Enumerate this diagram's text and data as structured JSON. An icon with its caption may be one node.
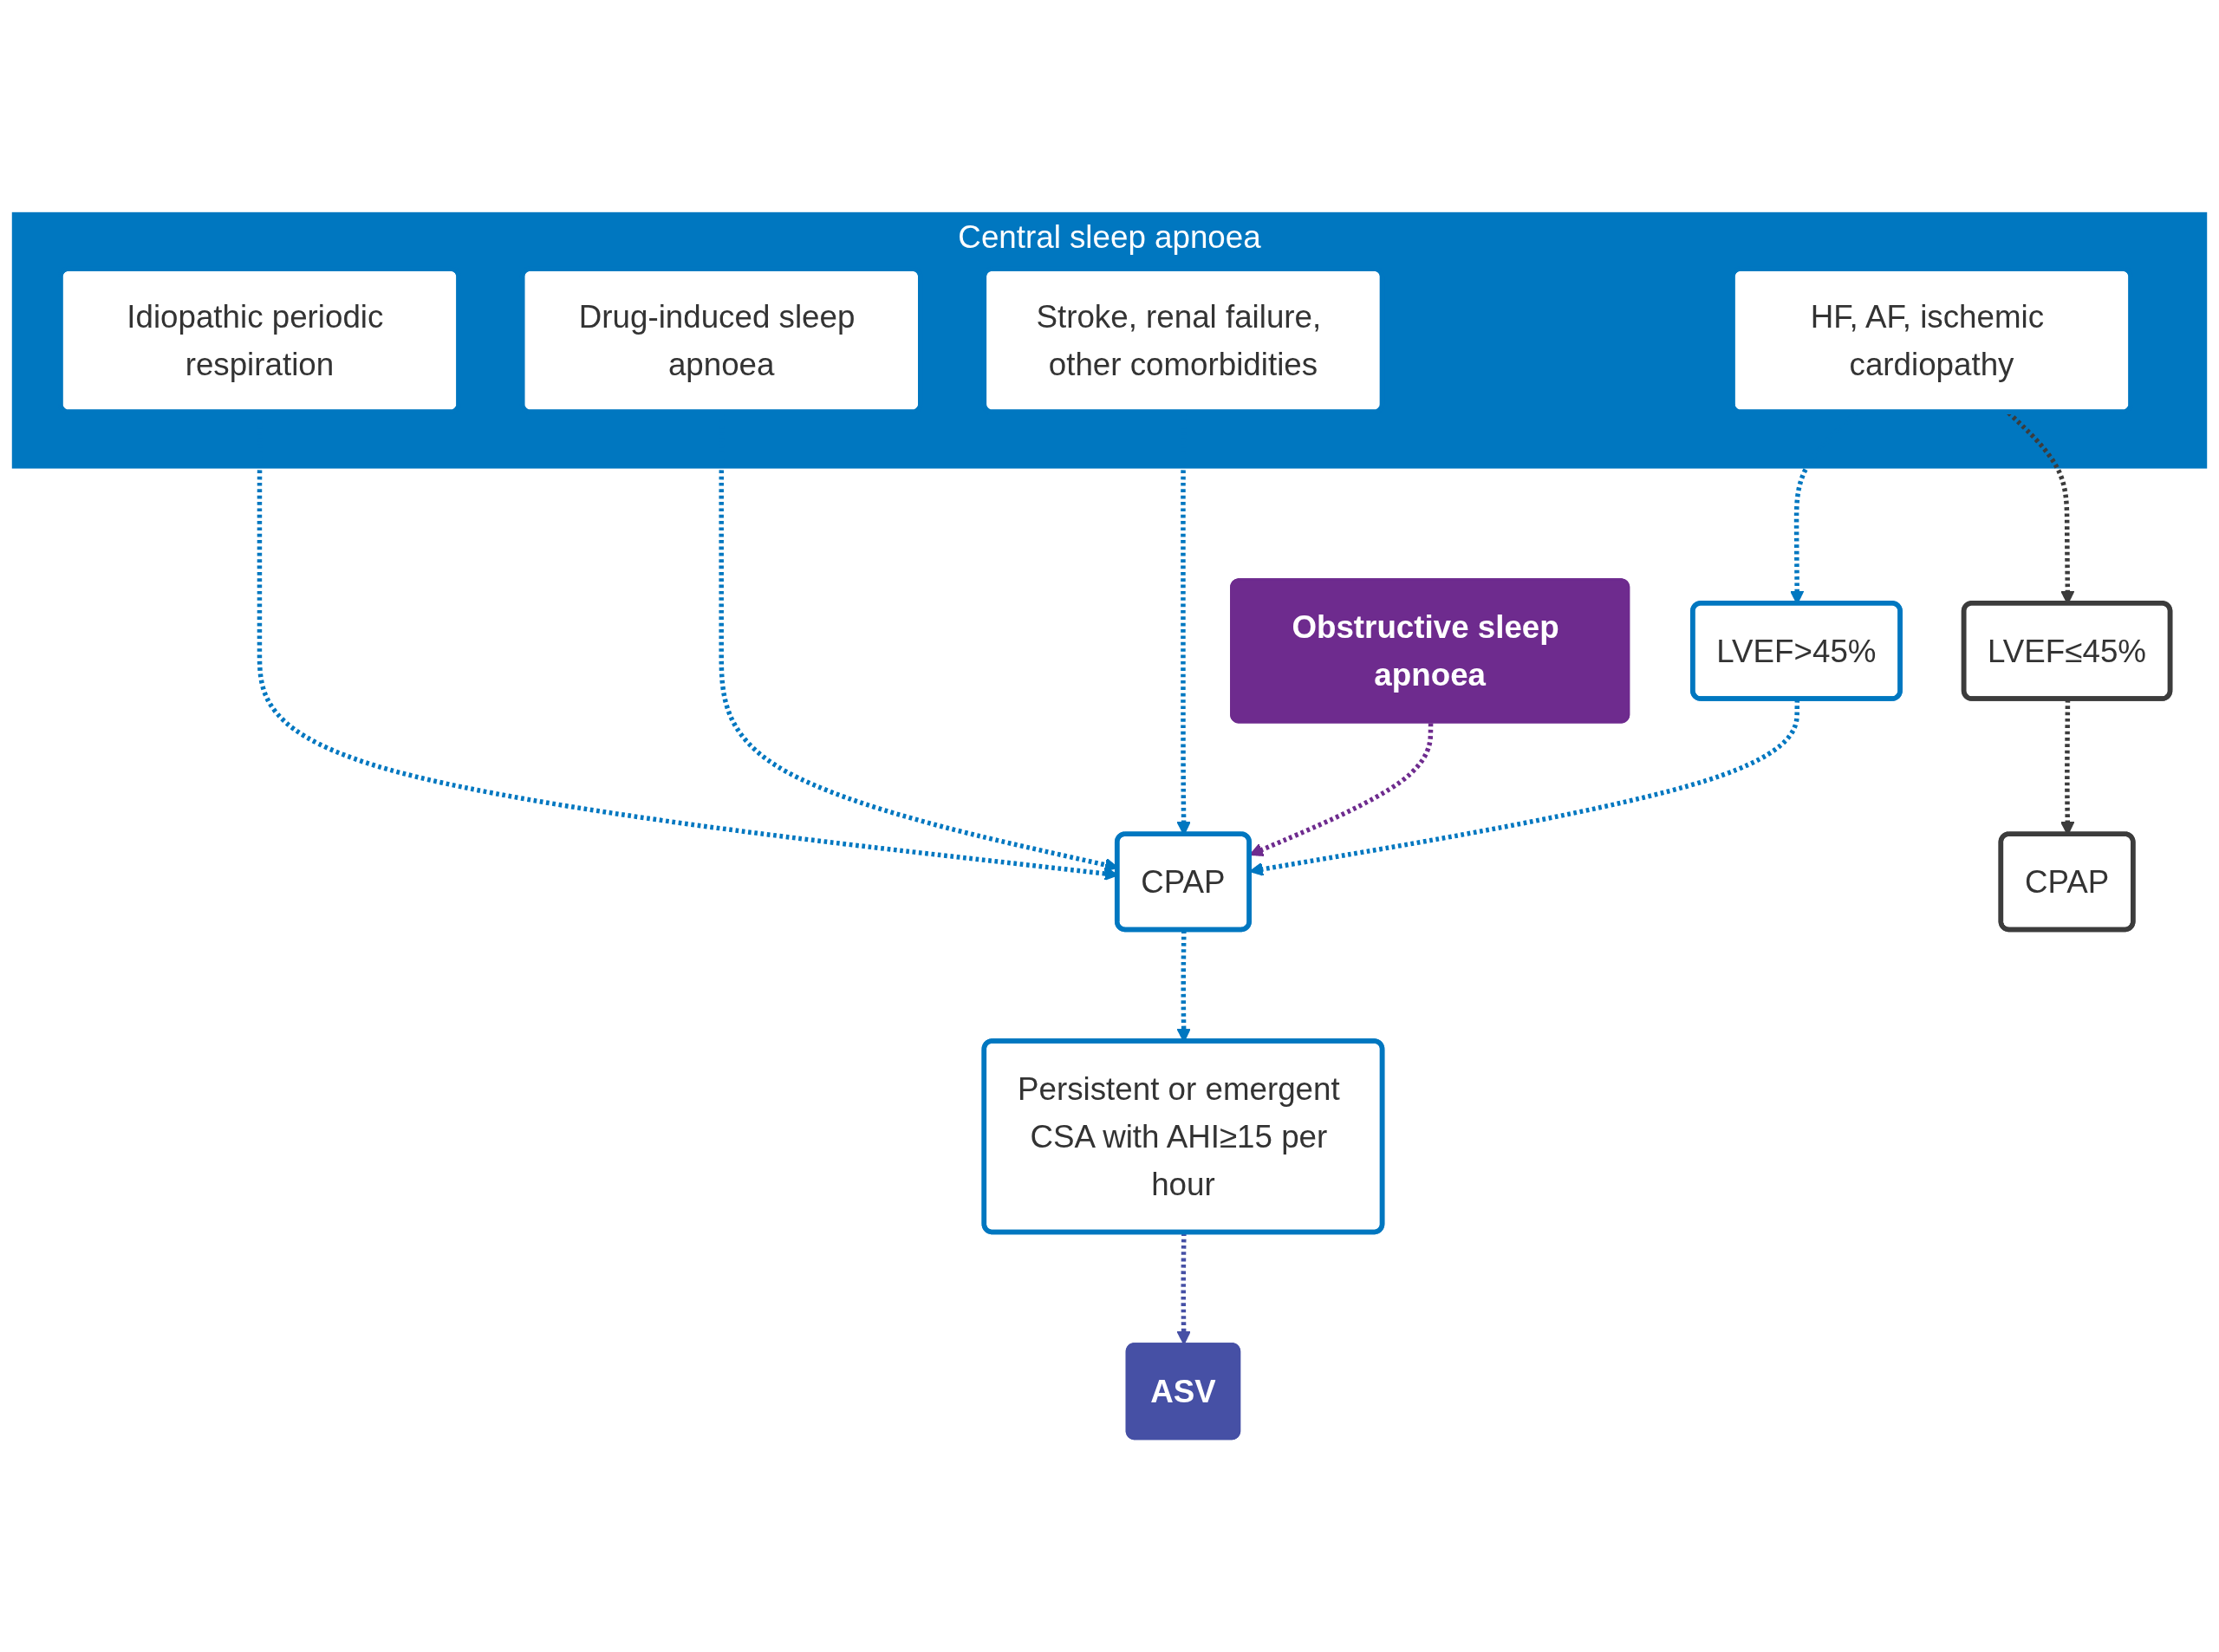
{
  "diagram": {
    "nodes": [
      {
        "text": [
          "Central sleep apnoea"
        ]
      },
      {
        "text": [
          "HF, AF, ischemic cardiopathy"
        ],
        "in": 0
      },
      {
        "text": [
          "Idiopathic periodic respiration"
        ],
        "in": 0
      },
      {
        "text": [
          "Drug-induced sleep apnoea"
        ],
        "in": 0
      },
      {
        "text": [
          "Stroke, renal failure, other comorbidities"
        ],
        "in": 0
      },
      {
        "text": [
          "Obstructive sleep apnoea"
        ]
      },
      {
        "text": [
          "LVEF≤45%"
        ]
      },
      {
        "text": [
          "LVEF>45%"
        ]
      },
      {
        "text": [
          "CPAP"
        ]
      },
      {
        "text": [
          "CPAP"
        ]
      },
      {
        "text": [
          "Persistent or emergent CSA with AHI≥15 per hour"
        ]
      },
      {
        "text": [
          "ASV"
        ]
      }
    ],
    "edges": [
      {
        "from": 1,
        "to": 6,
        "arrow": "to",
        "style": "dashed",
        "color": "#3c3c3c"
      },
      {
        "from": 1,
        "to": 7,
        "arrow": "to",
        "style": "dashed"
      },
      {
        "from": 2,
        "to": 8,
        "arrow": "to",
        "style": "dashed"
      },
      {
        "from": 3,
        "to": 8,
        "arrow": "to",
        "style": "dashed"
      },
      {
        "from": 4,
        "to": 8,
        "arrow": "to",
        "style": "dashed"
      },
      {
        "from": 5,
        "to": 8,
        "arrow": "to",
        "style": "dashed",
        "color": "#6e2b8e"
      },
      {
        "from": 7,
        "to": 8,
        "arrow": "to",
        "style": "dashed"
      },
      {
        "from": 6,
        "to": 9,
        "arrow": "to",
        "style": "dashed",
        "color": "#3c3c3c"
      },
      {
        "from": 8,
        "to": 10,
        "arrow": "to",
        "style": "dashed"
      },
      {
        "from": 10,
        "to": 11,
        "arrow": "to",
        "style": "dashed",
        "color": "#4650a5"
      }
    ]
  }
}
